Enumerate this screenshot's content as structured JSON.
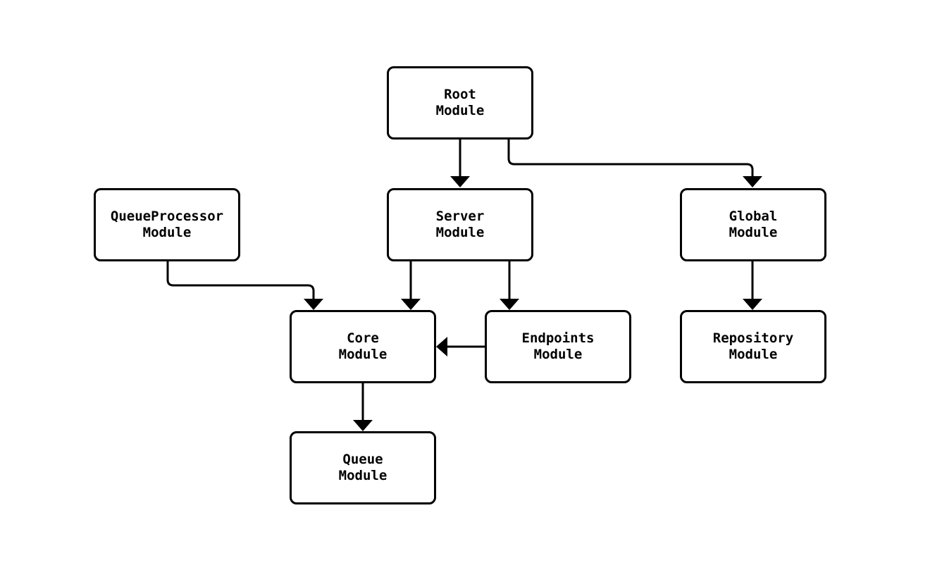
{
  "diagram": {
    "type": "module-dependency-flowchart",
    "nodes": [
      {
        "id": "root",
        "label": "Root\nModule"
      },
      {
        "id": "queueprocessor",
        "label": "QueueProcessor\nModule"
      },
      {
        "id": "server",
        "label": "Server\nModule"
      },
      {
        "id": "global",
        "label": "Global\nModule"
      },
      {
        "id": "core",
        "label": "Core\nModule"
      },
      {
        "id": "endpoints",
        "label": "Endpoints\nModule"
      },
      {
        "id": "repository",
        "label": "Repository\nModule"
      },
      {
        "id": "queue",
        "label": "Queue\nModule"
      }
    ],
    "edges": [
      {
        "from": "root",
        "to": "server"
      },
      {
        "from": "root",
        "to": "global"
      },
      {
        "from": "queueprocessor",
        "to": "core"
      },
      {
        "from": "server",
        "to": "core"
      },
      {
        "from": "server",
        "to": "endpoints"
      },
      {
        "from": "endpoints",
        "to": "core"
      },
      {
        "from": "global",
        "to": "repository"
      },
      {
        "from": "core",
        "to": "queue"
      }
    ],
    "colors": {
      "stroke": "#000000",
      "node_fill": "#ffffff",
      "background": "#ffffff",
      "text": "#000000"
    }
  }
}
